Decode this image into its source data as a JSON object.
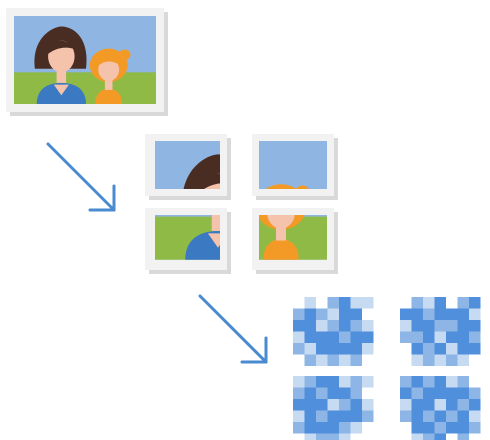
{
  "colors": {
    "page_background": "#ffffff",
    "frame_face": "#f2f2f2",
    "frame_shadow": "#d9d9d9",
    "sky": "#8fb6e2",
    "grass": "#8fba45",
    "hair_dark": "#4a2d22",
    "hair_orange": "#f39a26",
    "skin": "#f5c2ab",
    "shirt_blue": "#3b79c3",
    "shirt_orange": "#f39a26",
    "arrow": "#4a8ad1",
    "pixel_light": "#c6daf2",
    "pixel_mid": "#8db5e6",
    "pixel_dark": "#4f8fdc"
  },
  "stages": [
    {
      "id": "original-photo",
      "kind": "photo"
    },
    {
      "id": "split-tiles",
      "kind": "tiles",
      "tile_count": 4
    },
    {
      "id": "pixelated-tiles",
      "kind": "pixel-blocks",
      "tile_count": 4
    }
  ],
  "arrows": [
    {
      "id": "arrow-1",
      "icon": "arrow-down-right-icon"
    },
    {
      "id": "arrow-2",
      "icon": "arrow-down-right-icon"
    }
  ]
}
